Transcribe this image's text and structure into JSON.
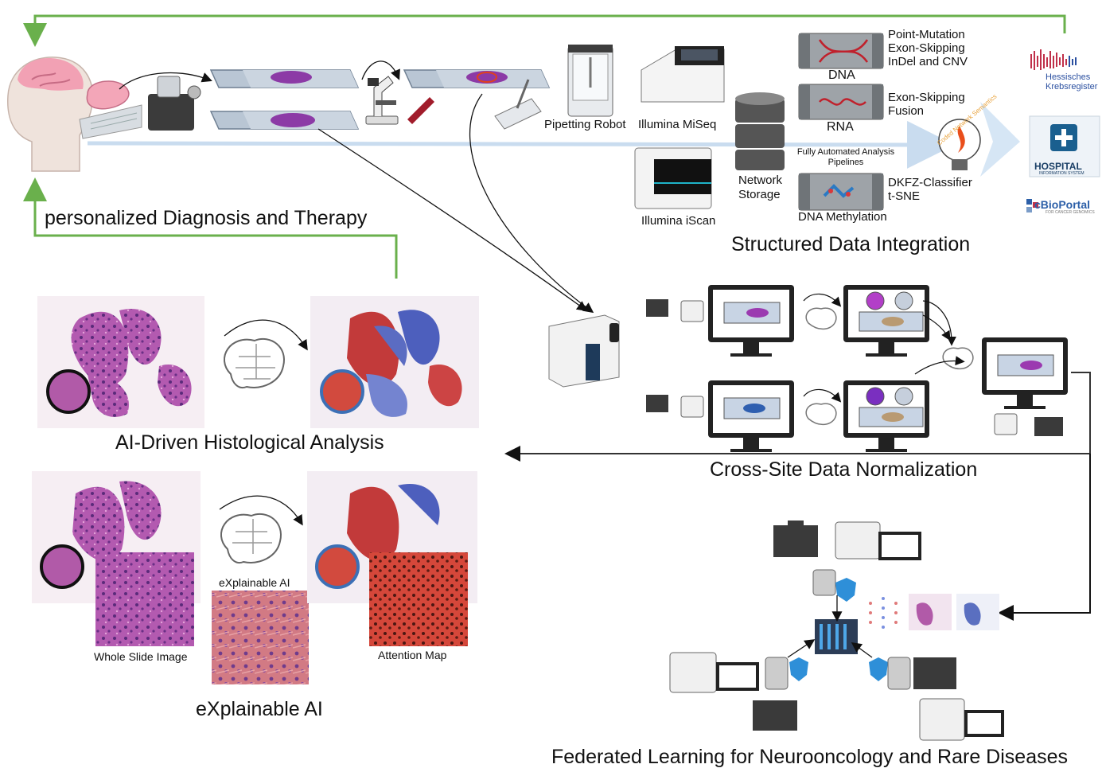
{
  "labels": {
    "pipetting_robot": "Pipetting Robot",
    "illumina_miseq": "Illumina MiSeq",
    "illumina_iscan": "Illumina iScan",
    "network_storage_1": "Network",
    "network_storage_2": "Storage",
    "dna": "DNA",
    "rna": "RNA",
    "dna_methylation": "DNA Methylation",
    "dna_results": [
      "Point-Mutation",
      "Exon-Skipping",
      "InDel and CNV"
    ],
    "rna_results": [
      "Exon-Skipping",
      "Fusion"
    ],
    "methylation_results": [
      "DKFZ-Classifier",
      "t-SNE"
    ],
    "pipelines_1": "Fully Automated Analysis",
    "pipelines_2": "Pipelines",
    "coded_network": "Coded Network Semantics",
    "hessisches_1": "Hessisches",
    "hessisches_2": "Krebsregister",
    "hospital": "HOSPITAL",
    "hospital_sub": "INFORMATION SYSTEM",
    "cbioportal": "cBioPortal",
    "cbioportal_sub": "FOR CANCER GENOMICS",
    "whole_slide_image": "Whole Slide Image",
    "explainable_ai_small": "eXplainable AI",
    "attention_map": "Attention Map"
  },
  "titles": {
    "personalized": "personalized Diagnosis and Therapy",
    "structured": "Structured Data Integration",
    "histological": "AI-Driven Histological Analysis",
    "cross_site": "Cross-Site Data Normalization",
    "explainable": "eXplainable AI",
    "federated": "Federated Learning for Neurooncology and Rare Diseases"
  },
  "colors": {
    "green_arrow": "#6ab04c",
    "blue_arrow": "#c9dcef",
    "he_pink": "#c06aa8",
    "attention_red": "#d5473a",
    "attention_blue": "#5a6fc0",
    "shield_blue": "#2e8fd8",
    "dark_gray": "#3a3a3a"
  }
}
